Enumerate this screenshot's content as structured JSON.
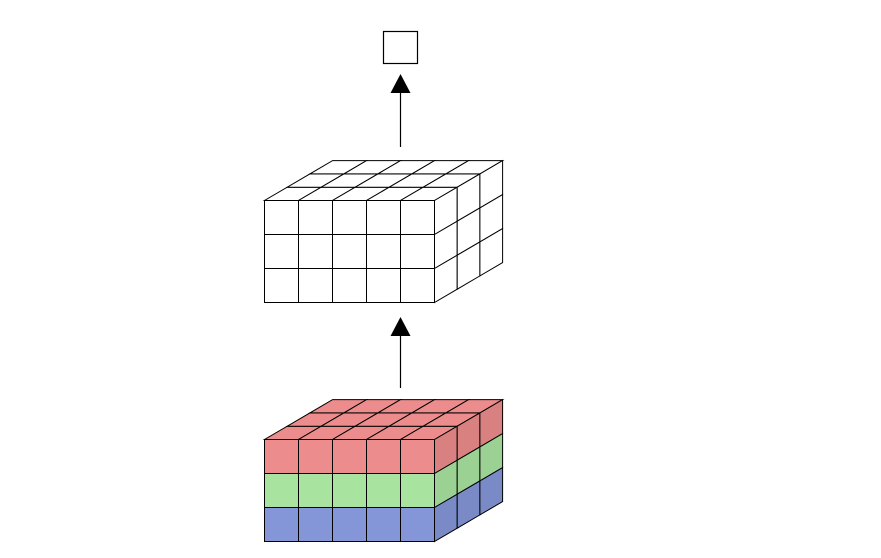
{
  "diagram": {
    "output": {
      "kind": "single-unit"
    },
    "arrows": [
      {
        "from": "hidden-block",
        "to": "output"
      },
      {
        "from": "input-block",
        "to": "hidden-block"
      }
    ],
    "hidden_block": {
      "width_cells": 5,
      "depth_cells": 3,
      "layers": 3,
      "face_colors": [
        "#ffffff",
        "#ffffff",
        "#ffffff"
      ]
    },
    "input_block": {
      "width_cells": 5,
      "depth_cells": 3,
      "layers": 3,
      "face_colors": [
        "#ec8c8c",
        "#a8e4a0",
        "#8596d8"
      ],
      "channels": [
        "red",
        "green",
        "blue"
      ]
    },
    "stroke_color": "#000000"
  }
}
